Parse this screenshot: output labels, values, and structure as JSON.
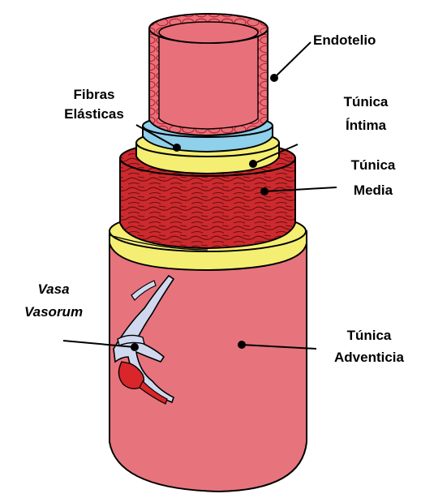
{
  "labels": {
    "endotelio": "Endotelio",
    "fibras_1": "Fibras",
    "fibras_2": "Elásticas",
    "intima_1": "Túnica",
    "intima_2": "Íntima",
    "media_1": "Túnica",
    "media_2": "Media",
    "vasa_1": "Vasa",
    "vasa_2": "Vasorum",
    "adventicia_1": "Túnica",
    "adventicia_2": "Adventicia"
  },
  "colors": {
    "endothelium": "#e8707a",
    "endothelium_pattern": "#b51e2a",
    "elastic_fibers": "#8fd0ea",
    "intima": "#f4ee72",
    "media": "#cc2a2e",
    "media_pattern": "#6e0e10",
    "adventitia": "#e7747c",
    "vessel": "#cfd8ee"
  }
}
